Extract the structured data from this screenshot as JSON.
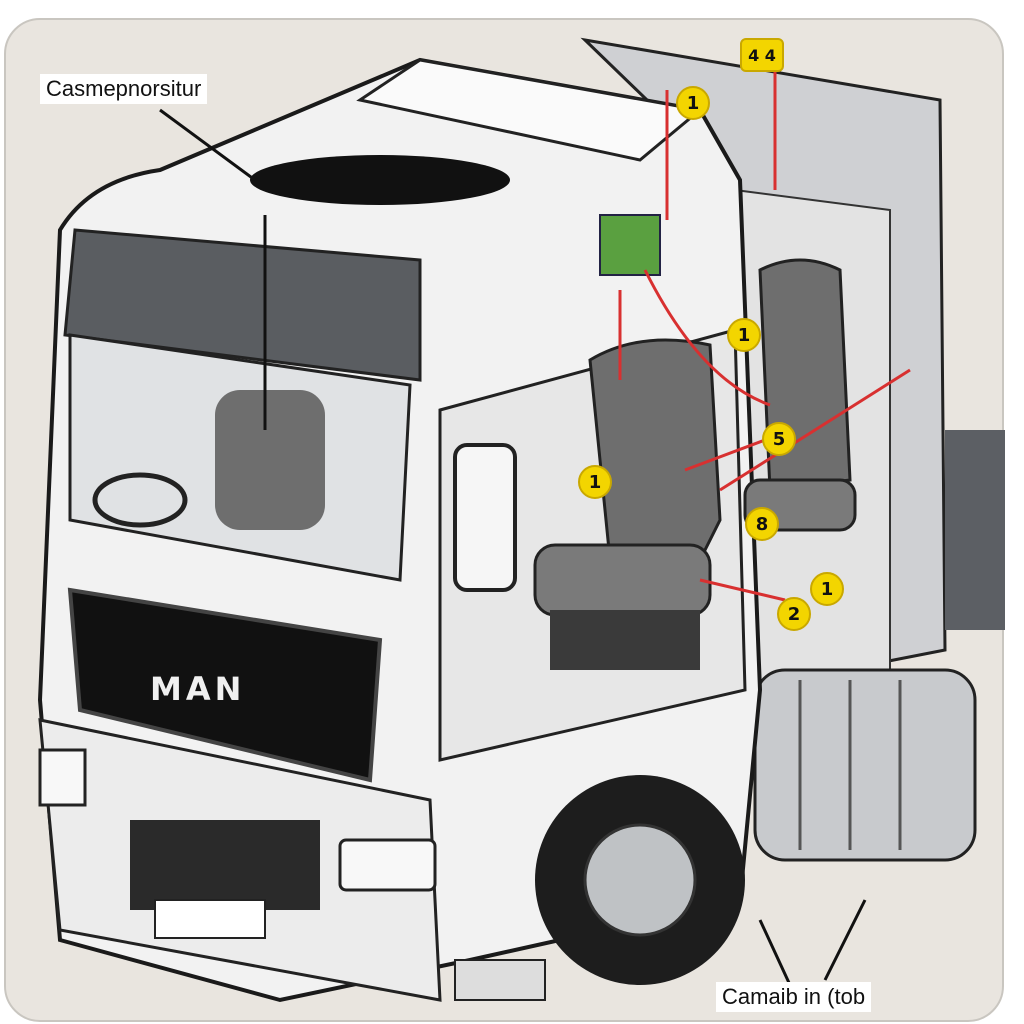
{
  "labels": {
    "top_left": "Casmepnorsitur",
    "bottom_right": "Camaib in (tob"
  },
  "logo": "MAN",
  "badges": [
    {
      "id": "top-right",
      "text": "4 4"
    },
    {
      "id": "roof",
      "text": "1"
    },
    {
      "id": "rear-seat",
      "text": "1"
    },
    {
      "id": "seat-5",
      "text": "5"
    },
    {
      "id": "door",
      "text": "1"
    },
    {
      "id": "seat-8",
      "text": "8"
    },
    {
      "id": "floor-2",
      "text": "2"
    },
    {
      "id": "floor-1",
      "text": "1"
    }
  ],
  "colors": {
    "badge": "#f3d500",
    "arrow": "#d83030",
    "cab": "#f2f2f2",
    "seat": "#6e6e6e"
  }
}
